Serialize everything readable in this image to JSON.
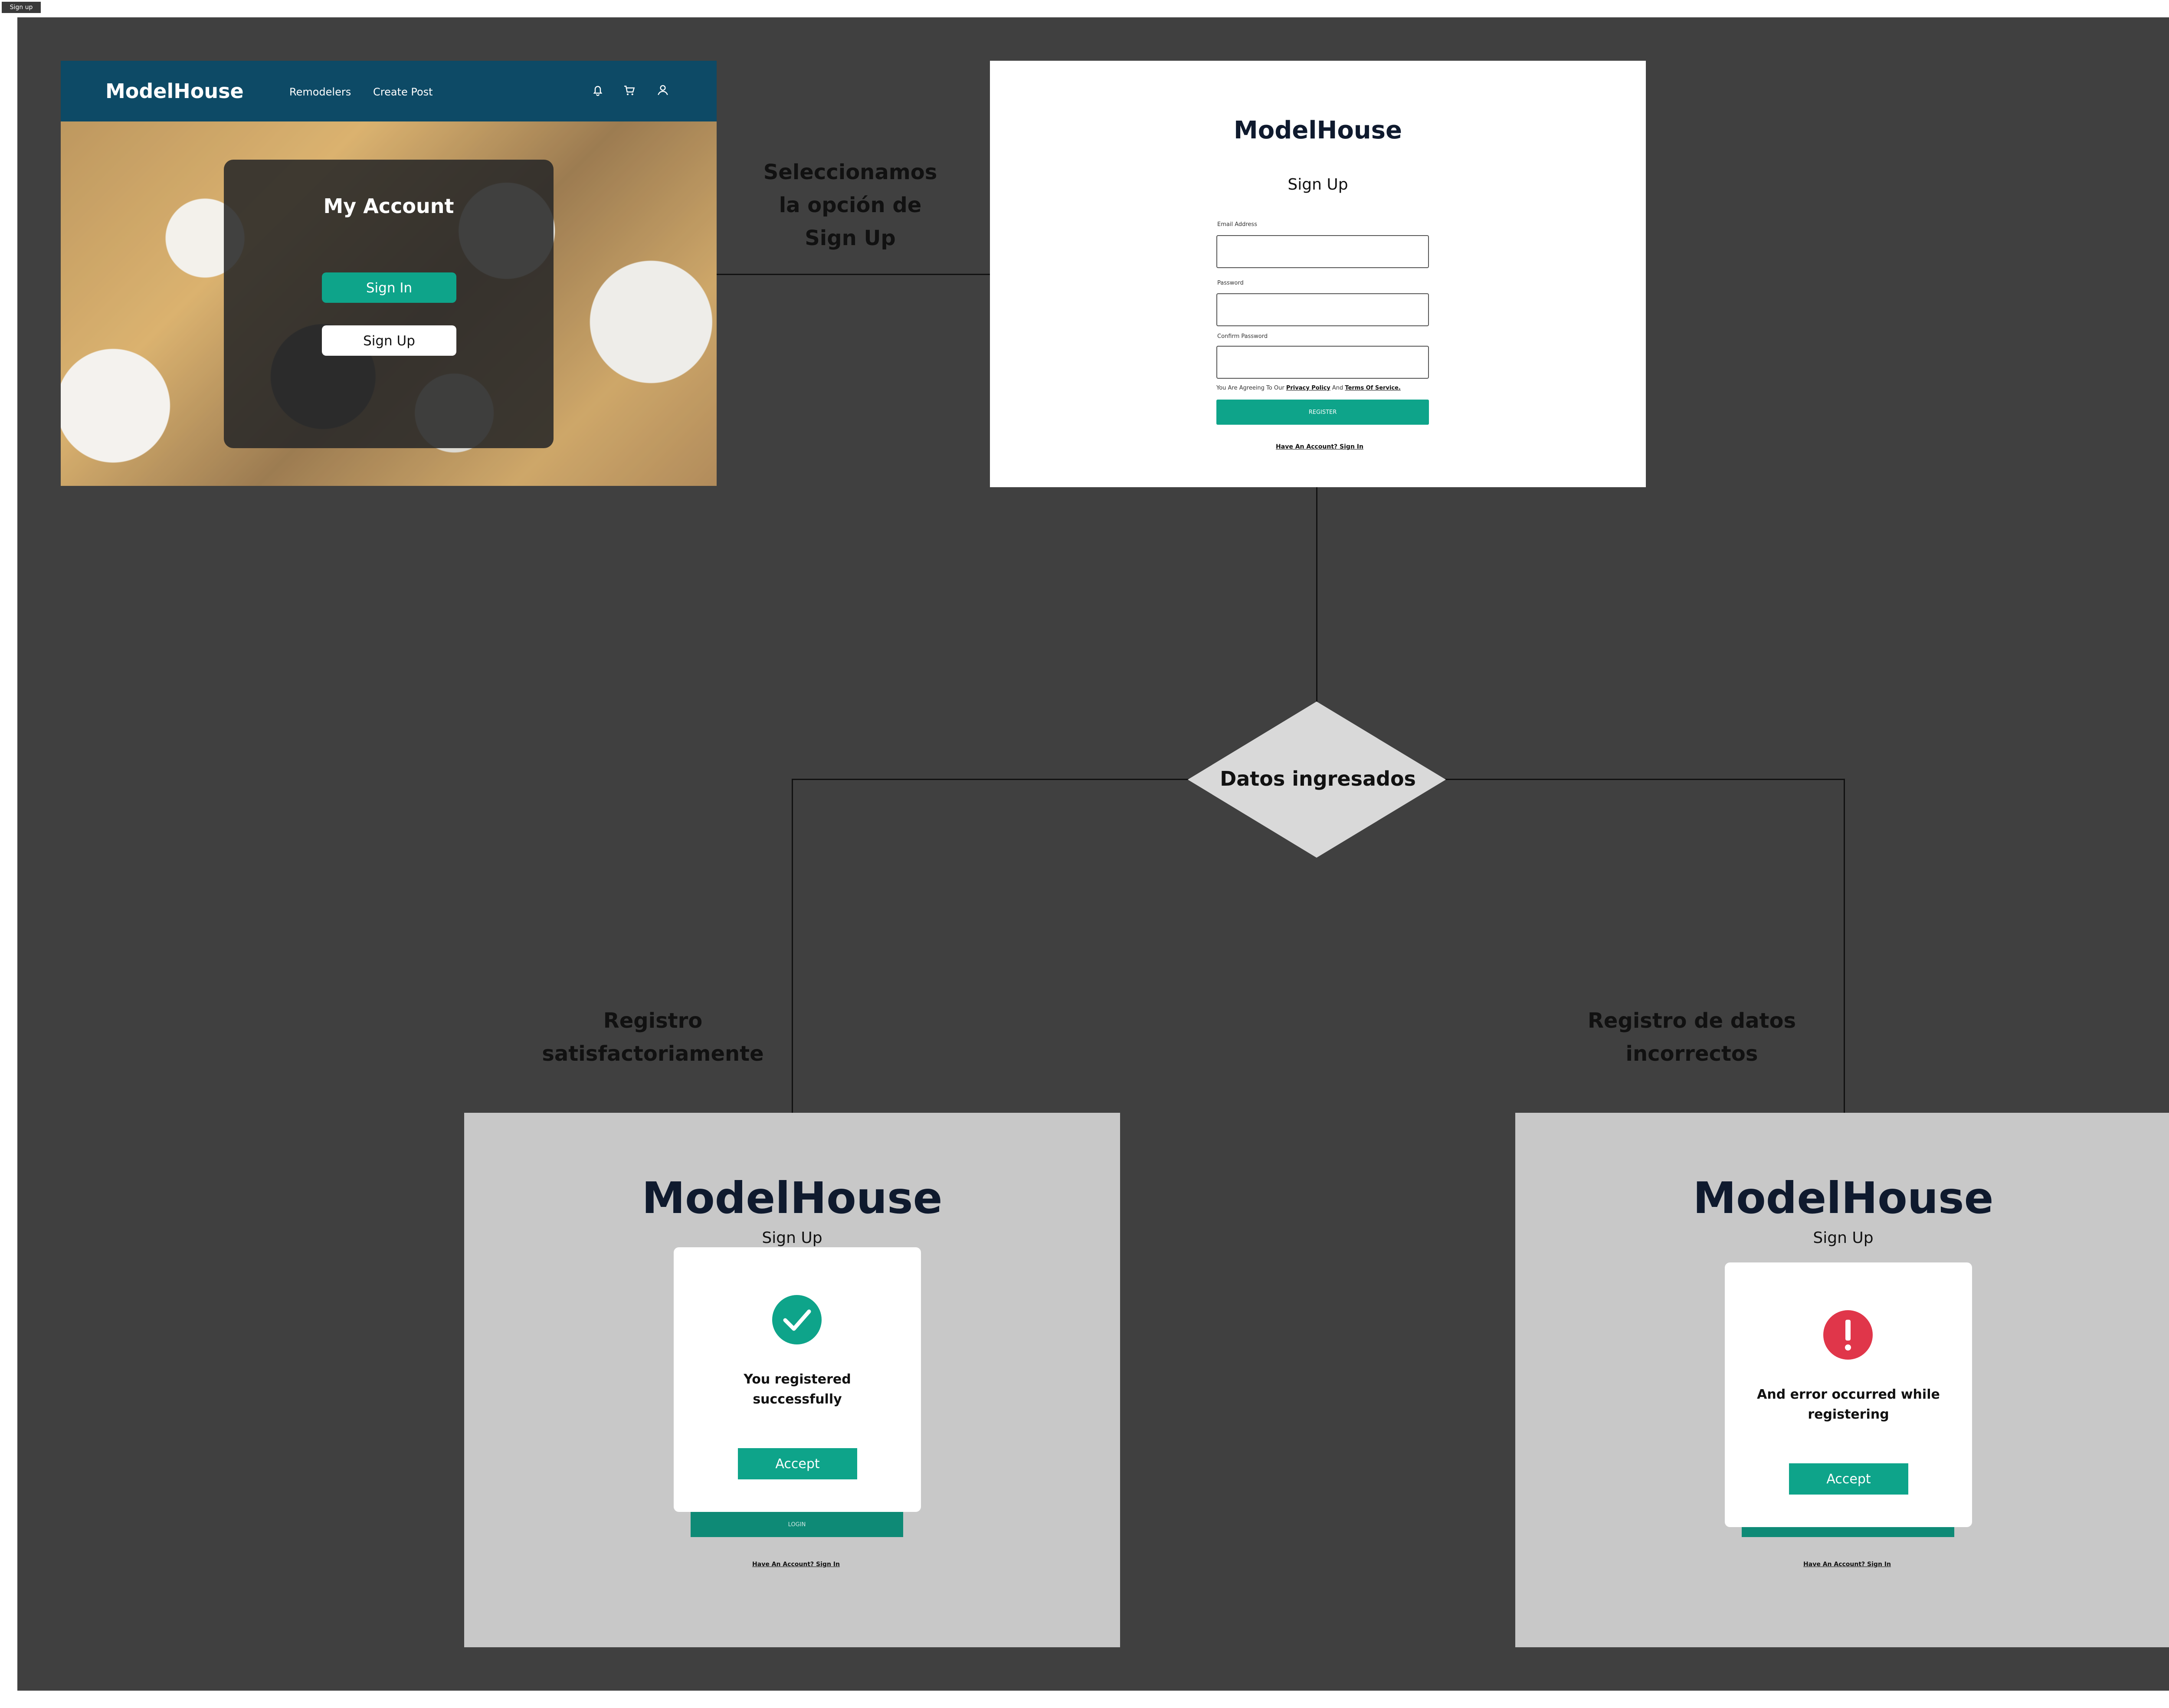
{
  "frame_tag": "Sign up",
  "my_account_screen": {
    "logo": "ModelHouse",
    "nav": [
      "Remodelers",
      "Create Post"
    ],
    "icons": [
      "bell-icon",
      "cart-icon",
      "user-icon"
    ],
    "card_title": "My Account",
    "sign_in_label": "Sign In",
    "sign_up_label": "Sign Up"
  },
  "annotations": {
    "select_signup": [
      "Seleccionamos",
      "la opción de",
      "Sign Up"
    ],
    "success": [
      "Registro",
      "satisfactoriamente"
    ],
    "failure": [
      "Registro de datos",
      "incorrectos"
    ]
  },
  "signup_screen": {
    "logo": "ModelHouse",
    "subtitle": "Sign Up",
    "email_label": "Email Address",
    "password_label": "Password",
    "confirm_label": "Confirm Password",
    "terms_prefix": "You Are Agreeing To Our",
    "privacy_link": "Privacy Policy",
    "terms_and": "And",
    "terms_link": "Terms Of Service.",
    "register_label": "REGISTER",
    "have_account": "Have An Account? Sign In"
  },
  "decision": {
    "label": "Datos ingresados"
  },
  "success_screen": {
    "logo": "ModelHouse",
    "subtitle": "Sign Up",
    "login_label": "LOGIN",
    "have_account": "Have An Account? Sign In",
    "modal_msg_1": "You registered",
    "modal_msg_2": "successfully",
    "accept_label": "Accept",
    "icon": "check-circle-icon"
  },
  "error_screen": {
    "logo": "ModelHouse",
    "subtitle": "Sign Up",
    "have_account": "Have An Account? Sign In",
    "modal_msg_1": "And error occurred while",
    "modal_msg_2": "registering",
    "accept_label": "Accept",
    "icon": "error-circle-icon"
  },
  "colors": {
    "canvas": "#404040",
    "navbar": "#0d4a66",
    "accent": "#0ea48a",
    "error": "#e0364a",
    "result_bg": "#c8c8c8"
  }
}
